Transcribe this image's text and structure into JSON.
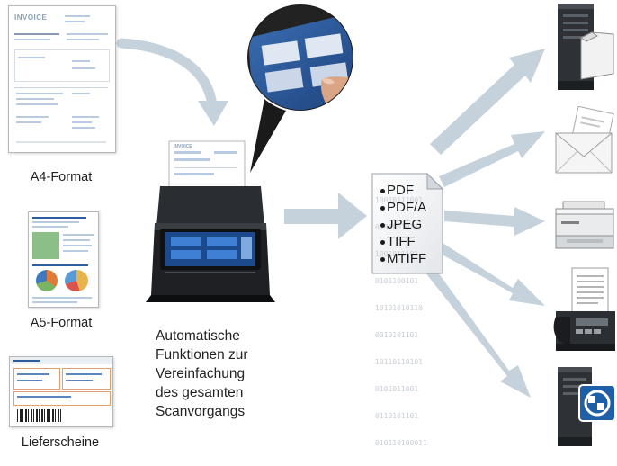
{
  "inputs": [
    {
      "label": "A4-Format",
      "doc_header": "INVOICE"
    },
    {
      "label": "A5-Format"
    },
    {
      "label": "Lieferscheine"
    }
  ],
  "scanner": {
    "paper_header": "INVOICE",
    "description_lines": [
      "Automatische",
      "Funktionen zur",
      "Vereinfachung",
      "des gesamten",
      "Scanvorgangs"
    ]
  },
  "file_formats": [
    "PDF",
    "PDF/A",
    "JPEG",
    "TIFF",
    "MTIFF"
  ],
  "binary_rows": [
    "10010111001",
    "0101001011",
    "1001011101",
    "0101100101",
    "10101010110",
    "0010101101",
    "10110110101",
    "0101011001",
    "0110101101",
    "010110100011"
  ],
  "destinations": [
    {
      "icon": "server-folder-icon"
    },
    {
      "icon": "email-icon"
    },
    {
      "icon": "printer-icon"
    },
    {
      "icon": "fax-icon"
    },
    {
      "icon": "server-sharepoint-icon"
    }
  ],
  "colors": {
    "arrow": "#c5d2dc",
    "accent_blue": "#1f5fa8",
    "server": "#2e3236"
  }
}
